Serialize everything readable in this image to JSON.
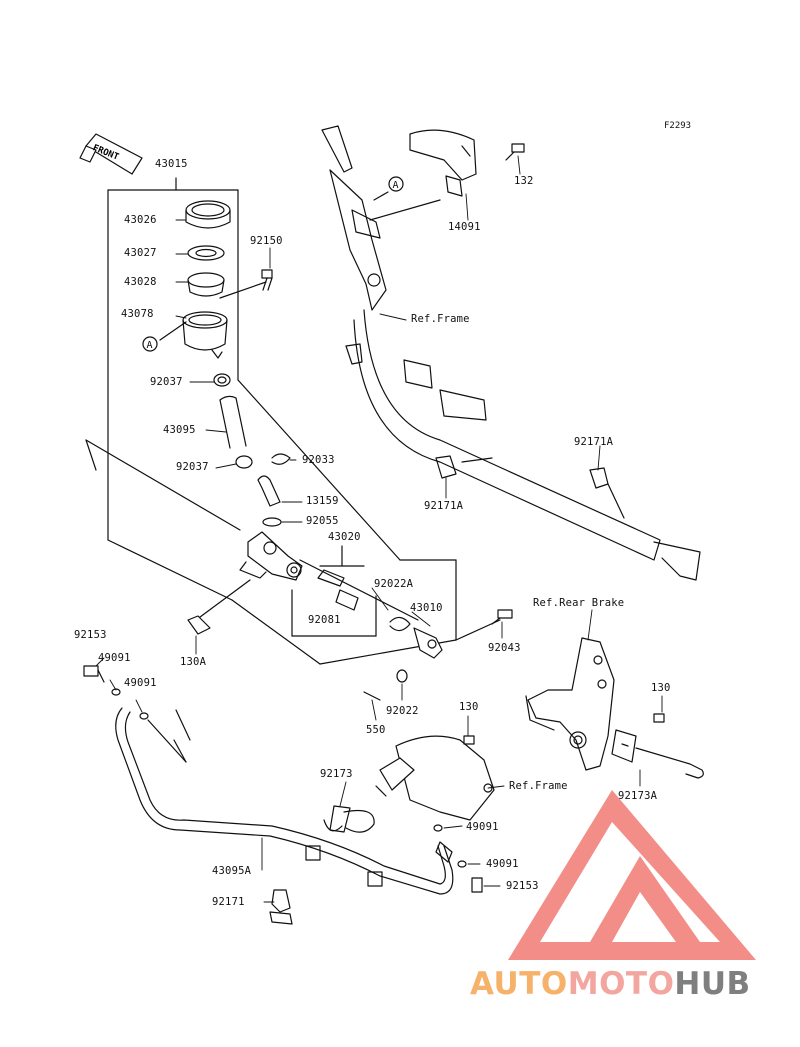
{
  "diagram_code": "F2293",
  "front_label": "FRONT",
  "callout_letter": "A",
  "watermark": {
    "part1": "AUTO",
    "part2": "MOTO",
    "part3": "HUB",
    "color1": "#f6b26b",
    "color2": "#f3a6a0",
    "color3": "#7f7f7f"
  },
  "labels": [
    {
      "id": "43015",
      "text": "43015"
    },
    {
      "id": "43026",
      "text": "43026"
    },
    {
      "id": "43027",
      "text": "43027"
    },
    {
      "id": "43028",
      "text": "43028"
    },
    {
      "id": "43078",
      "text": "43078"
    },
    {
      "id": "92150",
      "text": "92150"
    },
    {
      "id": "92037a",
      "text": "92037"
    },
    {
      "id": "43095",
      "text": "43095"
    },
    {
      "id": "92037b",
      "text": "92037"
    },
    {
      "id": "92033",
      "text": "92033"
    },
    {
      "id": "13159",
      "text": "13159"
    },
    {
      "id": "92055",
      "text": "92055"
    },
    {
      "id": "43020",
      "text": "43020"
    },
    {
      "id": "92022A",
      "text": "92022A"
    },
    {
      "id": "43010",
      "text": "43010"
    },
    {
      "id": "92081",
      "text": "92081"
    },
    {
      "id": "92043",
      "text": "92043"
    },
    {
      "id": "130A",
      "text": "130A"
    },
    {
      "id": "92153a",
      "text": "92153"
    },
    {
      "id": "49091a",
      "text": "49091"
    },
    {
      "id": "49091b",
      "text": "49091"
    },
    {
      "id": "550",
      "text": "550"
    },
    {
      "id": "92022",
      "text": "92022"
    },
    {
      "id": "130b",
      "text": "130"
    },
    {
      "id": "92173",
      "text": "92173"
    },
    {
      "id": "reframe2",
      "text": "Ref.Frame"
    },
    {
      "id": "49091c",
      "text": "49091"
    },
    {
      "id": "49091d",
      "text": "49091"
    },
    {
      "id": "92153b",
      "text": "92153"
    },
    {
      "id": "43095A",
      "text": "43095A"
    },
    {
      "id": "92171",
      "text": "92171"
    },
    {
      "id": "refrear",
      "text": "Ref.Rear Brake"
    },
    {
      "id": "130c",
      "text": "130"
    },
    {
      "id": "92173A",
      "text": "92173A"
    },
    {
      "id": "132",
      "text": "132"
    },
    {
      "id": "14091",
      "text": "14091"
    },
    {
      "id": "reframe1",
      "text": "Ref.Frame"
    },
    {
      "id": "92171Aa",
      "text": "92171A"
    },
    {
      "id": "92171Ab",
      "text": "92171A"
    }
  ]
}
